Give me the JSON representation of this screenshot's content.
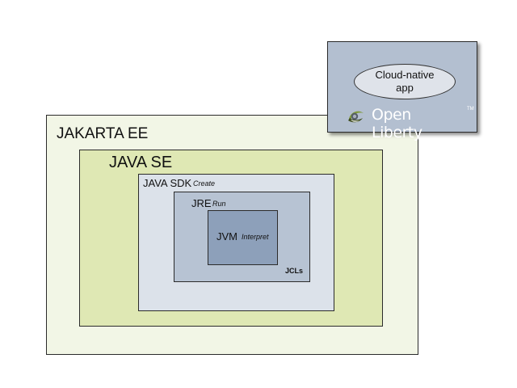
{
  "jakarta_ee": {
    "label": "JAKARTA EE"
  },
  "java_se": {
    "label": "JAVA SE"
  },
  "java_sdk": {
    "label": "JAVA SDK",
    "sublabel": "Create"
  },
  "jre": {
    "label": "JRE",
    "sublabel": "Run",
    "jcls": "JCLs"
  },
  "jvm": {
    "label": "JVM",
    "sublabel": "Interpret"
  },
  "open_liberty": {
    "app_label": "Cloud-native\napp",
    "logo_text": "Open Liberty",
    "logo_tm": "TM",
    "icon": "open-liberty-logo-icon"
  },
  "colors": {
    "jakarta_fill": "#f2f6e6",
    "javase_fill": "#dfe8b4",
    "sdk_fill": "#dce2ea",
    "jre_fill": "#b7c3d3",
    "jvm_fill": "#8da0ba",
    "liberty_fill": "#b3bfd0"
  }
}
